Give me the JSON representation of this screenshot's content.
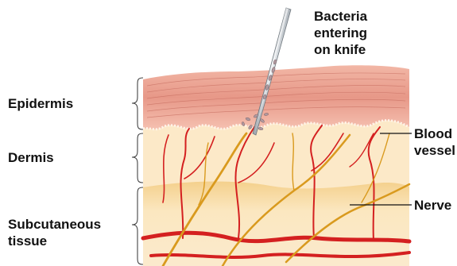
{
  "diagram": {
    "layers": {
      "epidermis": "Epidermis",
      "dermis": "Dermis",
      "subcutaneous": "Subcutaneous\ntissue"
    },
    "callouts": {
      "bacteria": "Bacteria\nentering\non knife",
      "blood_vessel": "Blood\nvessel",
      "nerve": "Nerve"
    },
    "colors": {
      "epidermis": "#e9a090",
      "dermis": "#fbe6c4",
      "subcutaneous": "#f6d79c",
      "blood": "#d42020",
      "nerve": "#d99a1e",
      "knife": "#c8cdd2"
    }
  }
}
